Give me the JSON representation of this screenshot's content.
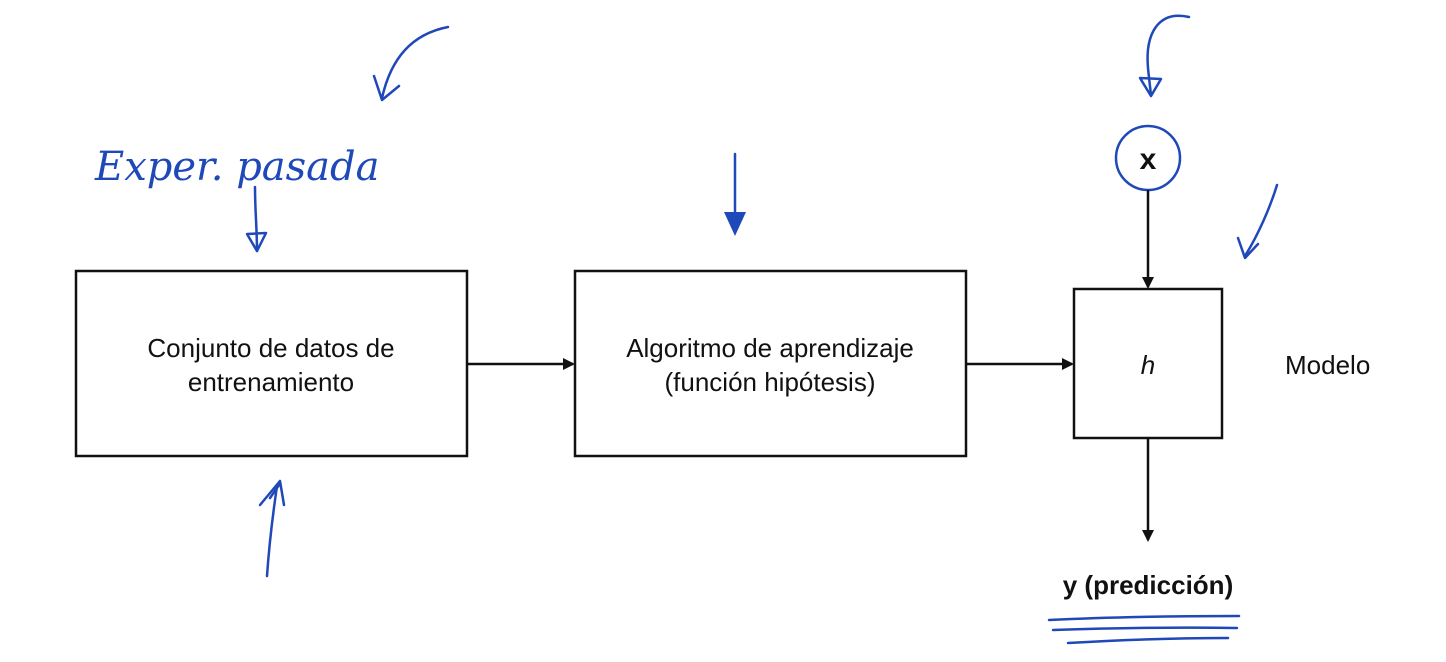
{
  "diagram": {
    "training_box": {
      "line1": "Conjunto de datos de",
      "line2": "entrenamiento"
    },
    "algorithm_box": {
      "line1": "Algoritmo de aprendizaje",
      "line2": "(función hipótesis)"
    },
    "model_box": {
      "symbol": "h"
    },
    "model_label": "Modelo",
    "input_node": {
      "symbol": "x"
    },
    "output_label": "y (predicción)",
    "annotations": {
      "handwritten_note": "Exper. pasada"
    },
    "colors": {
      "ink": "#111111",
      "annotation": "#1f48b8"
    }
  }
}
